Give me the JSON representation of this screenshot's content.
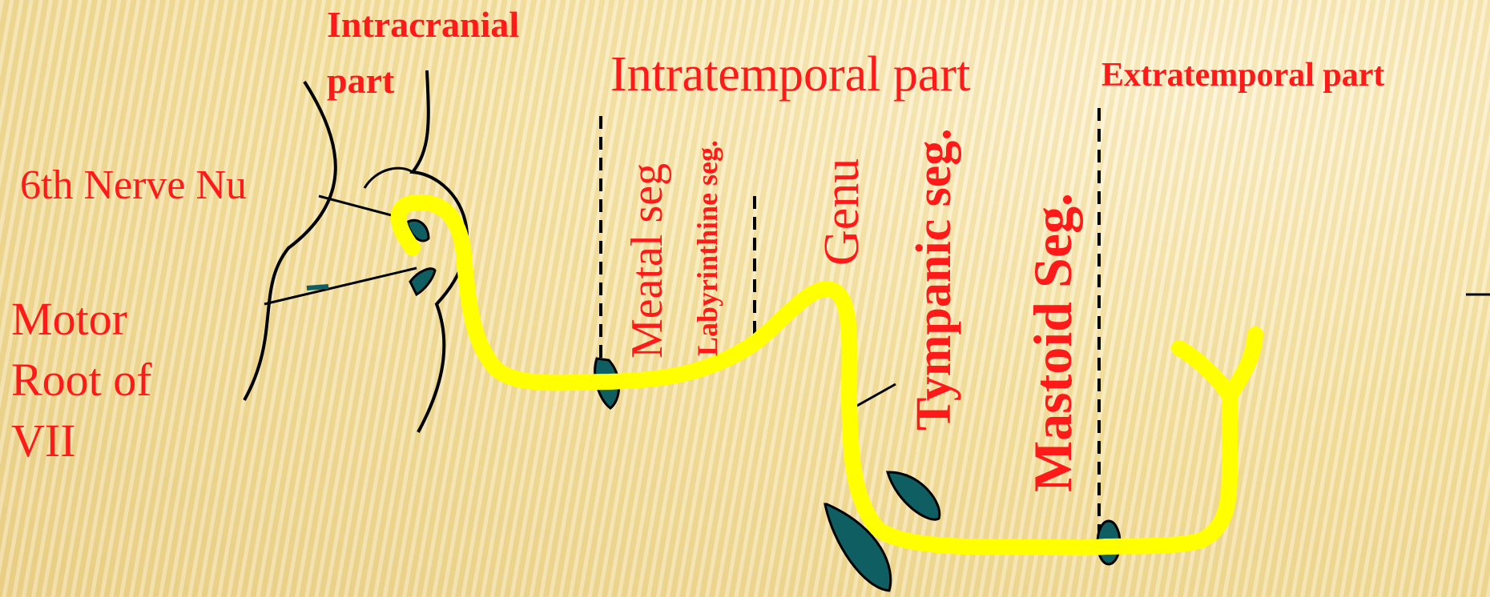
{
  "labels": {
    "intracranial_line1": "Intracranial",
    "intracranial_line2": "part",
    "intratemporal": "Intratemporal part",
    "extratemporal": "Extratemporal part",
    "sixth_nerve": "6th Nerve Nu",
    "motor_root_line1": "Motor",
    "motor_root_line2": "Root of",
    "motor_root_line3": "VII",
    "meatal": "Meatal seg",
    "labyrinthine": "Labyrinthine seg.",
    "genu": "Genu",
    "tympanic": "Tympanic seg.",
    "mastoid": "Mastoid Seg."
  },
  "colors": {
    "nerve": "#ffff00",
    "label": "#ff1a1a",
    "ganglion": "#0f5e62",
    "outline": "#000000"
  }
}
